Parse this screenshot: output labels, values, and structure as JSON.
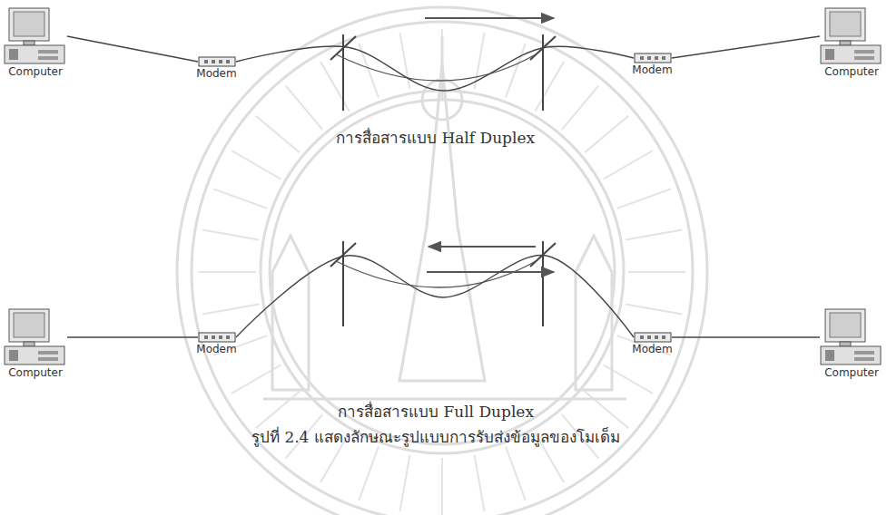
{
  "diagram": {
    "caption": "รูปที่ 2.4 แสดงลักษณะรูปแบบการรับส่งข้อมูลของโมเด็ม",
    "nodes": [
      {
        "text": [
          "Computer"
        ]
      },
      {
        "text": [
          "Modem"
        ]
      },
      {
        "text": [
          "Modem"
        ]
      },
      {
        "text": [
          "Computer"
        ]
      },
      {
        "text": [
          "Computer"
        ]
      },
      {
        "text": [
          "Modem"
        ]
      },
      {
        "text": [
          "Modem"
        ]
      },
      {
        "text": [
          "Computer"
        ]
      }
    ],
    "edges": [
      {
        "from": 0,
        "to": 1,
        "arrow": "none"
      },
      {
        "from": 1,
        "to": 2,
        "arrow": "none"
      },
      {
        "from": 2,
        "to": 3,
        "arrow": "none"
      },
      {
        "from": 4,
        "to": 5,
        "arrow": "none"
      },
      {
        "from": 5,
        "to": 6,
        "arrow": "none"
      },
      {
        "from": 6,
        "to": 7,
        "arrow": "none"
      }
    ],
    "labels": [
      "การสื่อสารแบบ Half Duplex",
      "การสื่อสารแบบ Full Duplex"
    ]
  }
}
